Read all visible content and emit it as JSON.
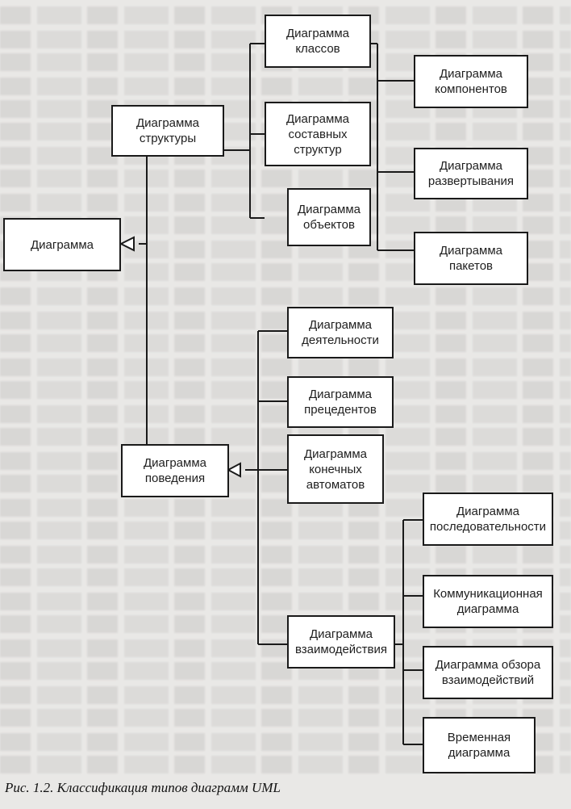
{
  "diagram": {
    "root": "Диаграмма",
    "structure": {
      "label": "Диаграмма\nструктуры",
      "children": [
        "Диаграмма\nклассов",
        "Диаграмма\nсоставных\nструктур",
        "Диаграмма\nобъектов"
      ],
      "right_children": [
        "Диаграмма\nкомпонентов",
        "Диаграмма\nразвертывания",
        "Диаграмма\nпакетов"
      ]
    },
    "behavior": {
      "label": "Диаграмма\nповедения",
      "children": [
        "Диаграмма\nдеятельности",
        "Диаграмма\nпрецедентов",
        "Диаграмма\nконечных\nавтоматов"
      ],
      "interaction": {
        "label": "Диаграмма\nвзаимодействия",
        "children": [
          "Диаграмма\nпоследовательности",
          "Коммуникационная\nдиаграмма",
          "Диаграмма обзора\nвзаимодействий",
          "Временная\nдиаграмма"
        ]
      }
    }
  },
  "caption": "Рис. 1.2. Классификация типов диаграмм UML"
}
